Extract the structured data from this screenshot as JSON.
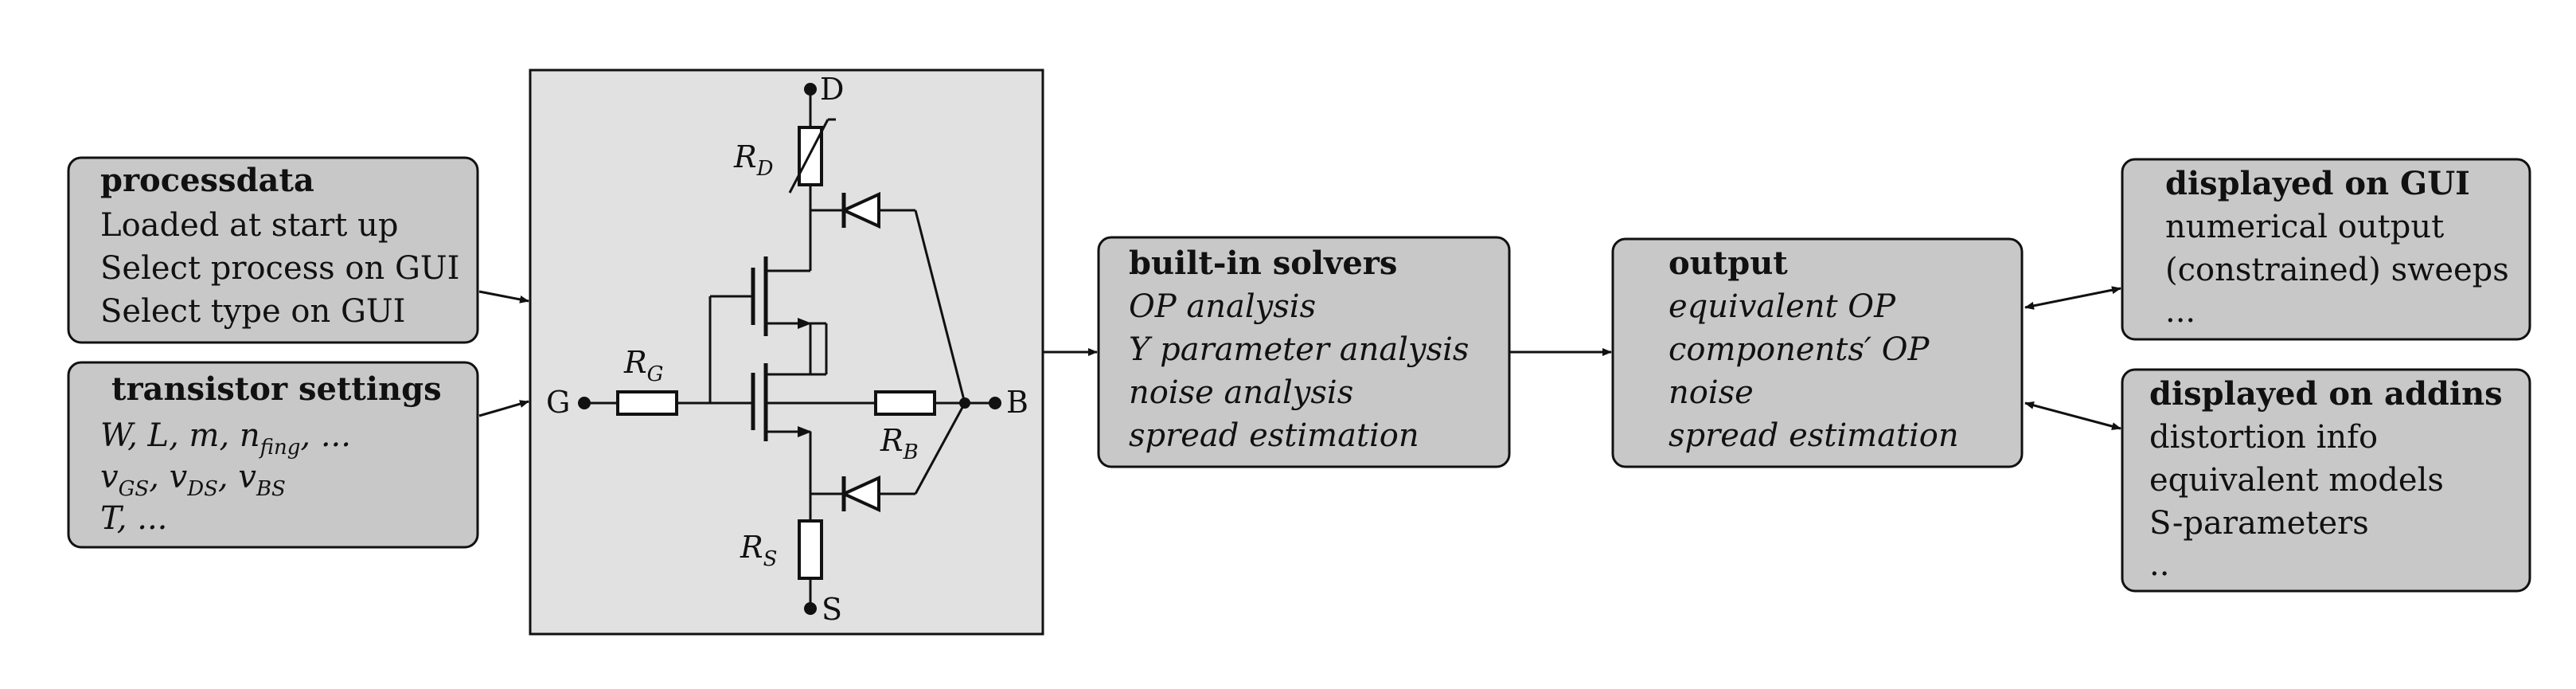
{
  "boxes": {
    "processdata": {
      "title": "processdata",
      "lines": [
        "Loaded at start up",
        "Select process on GUI",
        "Select type on GUI"
      ]
    },
    "transistor_settings": {
      "title": "transistor settings",
      "lines": [
        "W, L, m, n",
        "v",
        "T, ..."
      ],
      "line1_sub": "fing",
      "line1_tail": ", ...",
      "line2_parts": [
        "v",
        "GS",
        ", v",
        "DS",
        ", v",
        "BS"
      ]
    },
    "solvers": {
      "title": "built-in solvers",
      "lines": [
        "OP analysis",
        "Y parameter analysis",
        "noise analysis",
        "spread estimation"
      ]
    },
    "output": {
      "title": "output",
      "lines": [
        "equivalent OP",
        "components′ OP",
        "noise",
        "spread estimation"
      ]
    },
    "gui": {
      "title": "displayed on GUI",
      "lines": [
        "numerical output",
        "(constrained) sweeps",
        "..."
      ]
    },
    "addins": {
      "title": "displayed on addins",
      "lines": [
        "distortion info",
        "equivalent models",
        "S-parameters",
        ".."
      ]
    }
  },
  "circuit": {
    "terminals": {
      "drain": "D",
      "gate": "G",
      "bulk": "B",
      "source": "S"
    },
    "resistors": {
      "rd": {
        "main": "R",
        "sub": "D"
      },
      "rg": {
        "main": "R",
        "sub": "G"
      },
      "rb": {
        "main": "R",
        "sub": "B"
      },
      "rs": {
        "main": "R",
        "sub": "S"
      }
    }
  }
}
